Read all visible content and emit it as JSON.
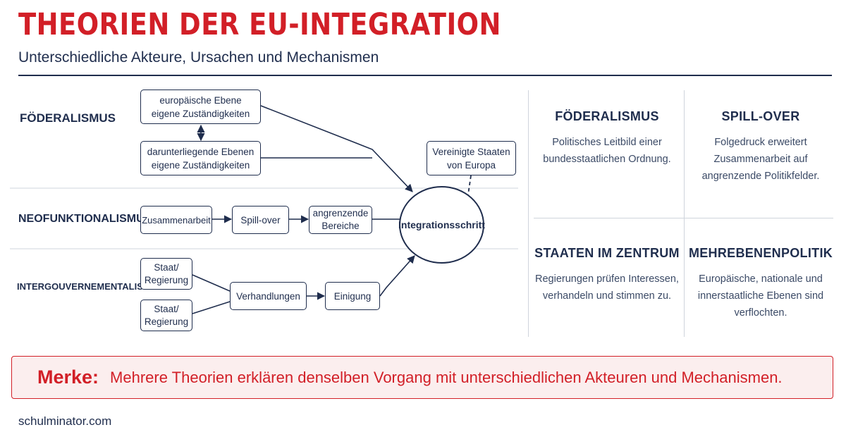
{
  "header": {
    "title": "THEORIEN DER EU-INTEGRATION",
    "subtitle": "Unterschiedliche Akteure, Ursachen und Mechanismen"
  },
  "diagram": {
    "rows": {
      "foederalismus": "FÖDERALISMUS",
      "neofunktionalismus": "NEOFUNKTIONALISMUS",
      "intergouvernementalismus": "INTERGOUVERNEMENTALISMUS"
    },
    "nodes": {
      "europaeische_ebene": "europäische Ebene\neigene Zuständigkeiten",
      "darunterliegende_ebenen": "darunterliegende Ebenen\neigene Zuständigkeiten",
      "vereinigte_staaten": "Vereinigte Staaten\nvon Europa",
      "zusammenarbeit": "Zusammenarbeit",
      "spill_over": "Spill-over",
      "angrenzende_bereiche": "angrenzende\nBereiche",
      "integrationsschritt": "Integrationsschritt",
      "staat_1": "Staat/\nRegierung",
      "staat_2": "Staat/\nRegierung",
      "verhandlungen": "Verhandlungen",
      "einigung": "Einigung"
    }
  },
  "cards": [
    {
      "title": "FÖDERALISMUS",
      "text": "Politisches Leitbild einer\nbundesstaatlichen Ordnung."
    },
    {
      "title": "SPILL-OVER",
      "text": "Folgedruck erweitert\nZusammenarbeit auf\nangrenzende Politikfelder."
    },
    {
      "title": "STAATEN IM ZENTRUM",
      "text": "Regierungen prüfen Interessen,\nverhandeln und stimmen zu."
    },
    {
      "title": "MEHREBENENPOLITIK",
      "text": "Europäische, nationale und\ninnerstaatliche Ebenen sind\nverflochten."
    }
  ],
  "merke": {
    "label": "Merke:",
    "text": "Mehrere Theorien erklären denselben Vorgang mit unterschiedlichen Akteuren und Mechanismen."
  },
  "footer": {
    "source": "schulminator.com"
  },
  "colors": {
    "accent_red": "#d21f27",
    "navy": "#1f2d4d",
    "merke_bg": "#fbeeee"
  }
}
